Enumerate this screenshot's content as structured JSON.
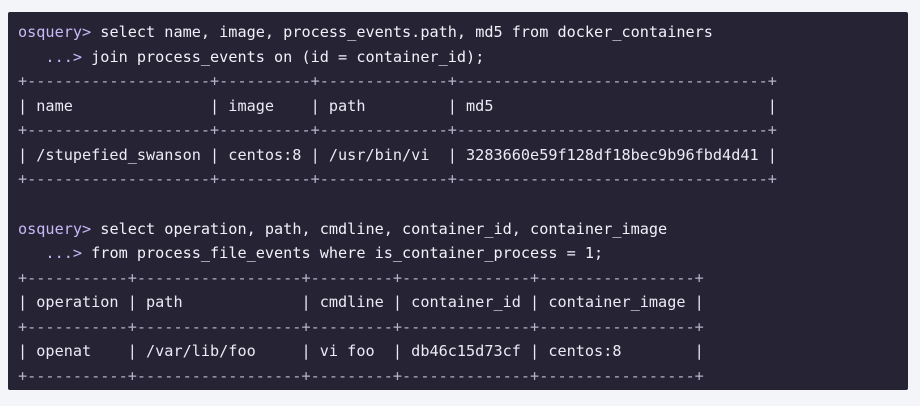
{
  "terminal": {
    "query1": {
      "prompt": "osquery>",
      "line1": " select name, image, process_events.path, md5 from docker_containers",
      "continuation": "   ...>",
      "line2": " join process_events on (id = container_id);",
      "border": "+--------------------+----------+--------------+----------------------------------+",
      "header": "| name               | image    | path         | md5                              |",
      "rows": [
        "| /stupefied_swanson | centos:8 | /usr/bin/vi  | 3283660e59f128df18bec9b96fbd4d41 |"
      ]
    },
    "query2": {
      "prompt": "osquery>",
      "line1": " select operation, path, cmdline, container_id, container_image",
      "continuation": "   ...>",
      "line2": " from process_file_events where is_container_process = 1;",
      "border": "+-----------+------------------+---------+--------------+-----------------+",
      "header": "| operation | path             | cmdline | container_id | container_image |",
      "rows": [
        "| openat    | /var/lib/foo     | vi foo  | db46c15d73cf | centos:8        |"
      ]
    }
  }
}
